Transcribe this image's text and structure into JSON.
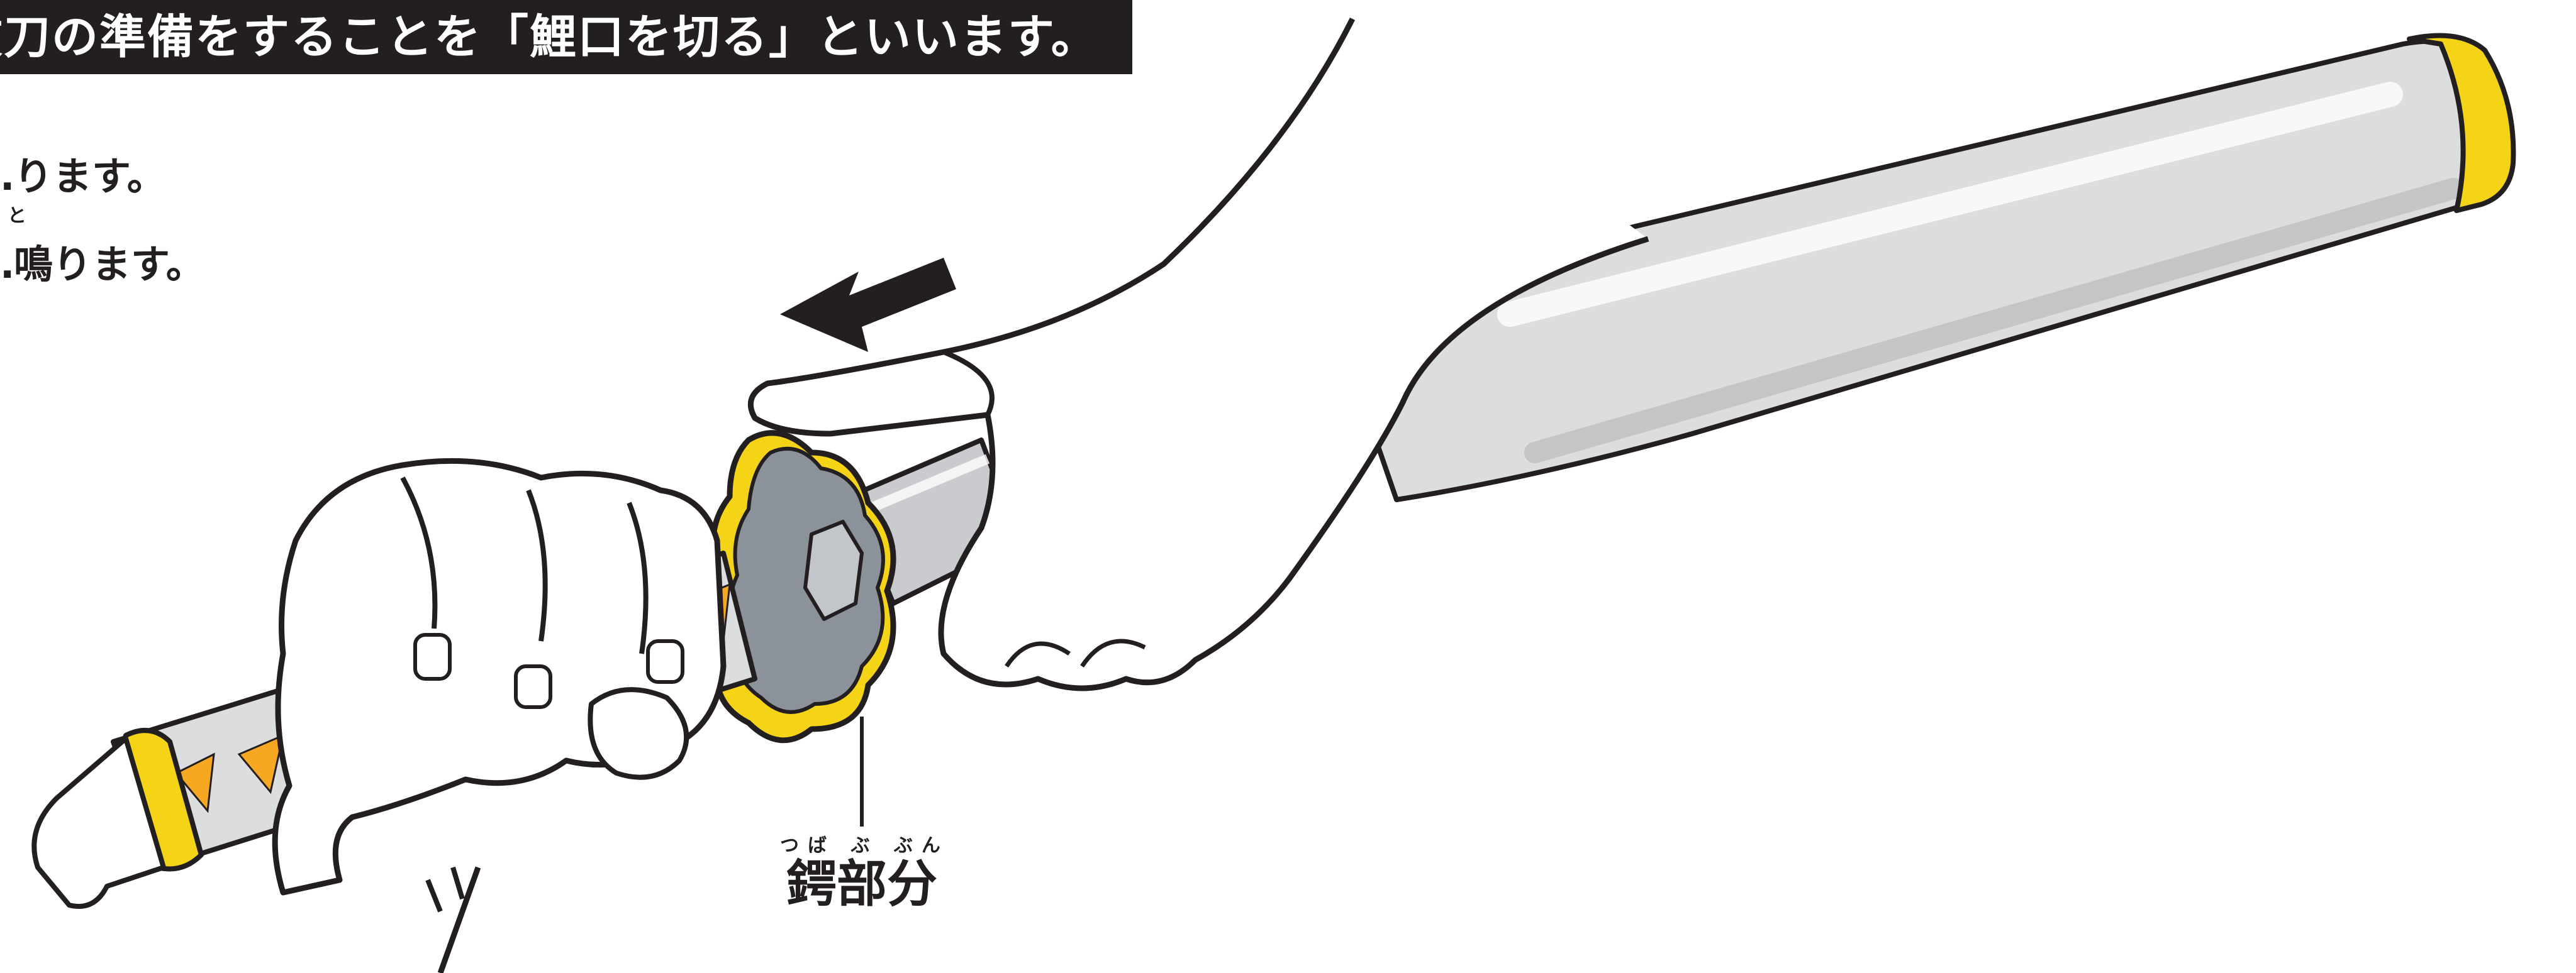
{
  "banner": {
    "text": "抜刀の準備をすることを「鯉口を切る」といいます。"
  },
  "instructions": [
    {
      "text": "…ります。"
    },
    {
      "text": "…鳴ります。"
    }
  ],
  "instruction_ruby": "と",
  "part_label": {
    "ruby": "つば ぶ ぶん",
    "text": "鍔部分"
  },
  "colors": {
    "ink": "#231f20",
    "sheath_silver": "#d9dadb",
    "accent_yellow": "#f5d418",
    "grip_orange": "#f7a823",
    "guard_gray": "#8c9299"
  },
  "icons": [
    "left-arrow-icon"
  ]
}
